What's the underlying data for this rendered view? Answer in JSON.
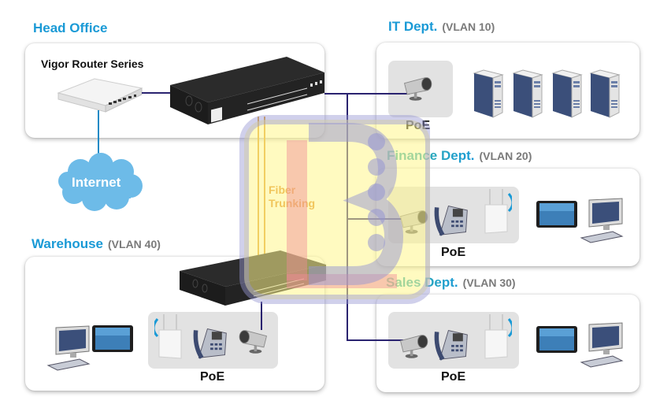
{
  "head_office": {
    "title": "Head Office",
    "router_label": "Vigor Router Series"
  },
  "internet": {
    "label": "Internet"
  },
  "fiber": {
    "line1": "Fiber",
    "line2": "Trunking"
  },
  "it_dept": {
    "name": "IT Dept.",
    "vlan": "(VLAN 10)",
    "poe_label": "PoE",
    "server_count": 4
  },
  "finance_dept": {
    "name": "Finance Dept.",
    "vlan": "(VLAN 20)",
    "poe_label": "PoE"
  },
  "sales_dept": {
    "name": "Sales Dept.",
    "vlan": "(VLAN 30)",
    "poe_label": "PoE"
  },
  "warehouse": {
    "name": "Warehouse",
    "vlan": "(VLAN 40)",
    "poe_label": "PoE"
  },
  "colors": {
    "title_blue": "#1a9ad6",
    "vlan_gray": "#7a7a7a",
    "link_line": "#2a2370",
    "fiber_line": "#e0a030",
    "internet_line": "#1a8ac6",
    "cloud": "#6dbbe8"
  }
}
